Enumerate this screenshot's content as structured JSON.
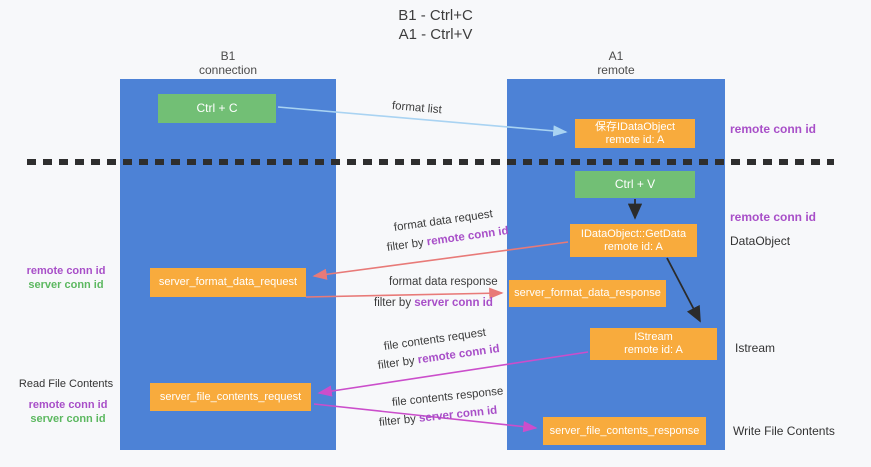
{
  "title": {
    "line1": "B1 - Ctrl+C",
    "line2": "A1 - Ctrl+V"
  },
  "columns": {
    "left": {
      "name": "B1",
      "subtitle": "connection"
    },
    "right": {
      "name": "A1",
      "subtitle": "remote"
    }
  },
  "boxes": {
    "ctrl_c": "Ctrl + C",
    "ctrl_v": "Ctrl + V",
    "save_idataobject": {
      "line1": "保存IDataObject",
      "line2": "remote id: A"
    },
    "getdata": {
      "line1": "IDataObject::GetData",
      "line2": "remote id: A"
    },
    "istream": {
      "line1": "IStream",
      "line2": "remote id: A"
    },
    "server_format_data_request": "server_format_data_request",
    "server_format_data_response": "server_format_data_response",
    "server_file_contents_request": "server_file_contents_request",
    "server_file_contents_response": "server_file_contents_response"
  },
  "flow": {
    "format_list": "format list",
    "format_data_request": "format data request",
    "format_data_response": "format data response",
    "file_contents_request": "file contents request",
    "file_contents_response": "file contents response",
    "filter_by": "filter by ",
    "remote_conn_id": "remote conn id",
    "server_conn_id": "server conn id"
  },
  "side_labels": {
    "remote_conn_id": "remote conn id",
    "server_conn_id": "server conn id",
    "dataobject": "DataObject",
    "istream": "Istream",
    "read_file_contents": "Read File Contents",
    "write_file_contents": "Write File Contents"
  },
  "colors": {
    "column_blue": "#4d82d6",
    "box_green": "#72bf75",
    "box_orange": "#f8ab3d",
    "label_purple": "#a84fc8",
    "label_green": "#5cb860",
    "arrow_blue": "#a9d3f2",
    "arrow_red": "#e87a78",
    "arrow_magenta": "#cb4ecb",
    "arrow_black": "#2b2b2b"
  }
}
